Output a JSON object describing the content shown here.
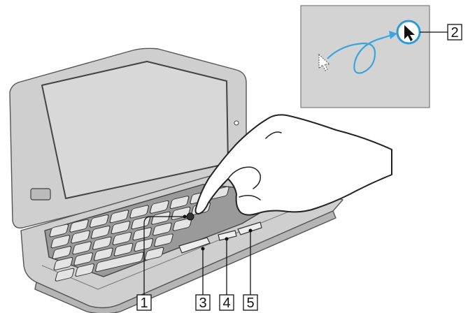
{
  "callouts": [
    {
      "id": "1",
      "text": "1"
    },
    {
      "id": "2",
      "text": "2"
    },
    {
      "id": "3",
      "text": "3"
    },
    {
      "id": "4",
      "text": "4"
    },
    {
      "id": "5",
      "text": "5"
    }
  ],
  "colors": {
    "laptop_body": "#cfcfcf",
    "laptop_edge": "#555555",
    "screen": "#d6d6d6",
    "inset_bg": "#d3d3d3",
    "cursor_path": "#3aa6dd",
    "highlight_ring": "#2a9bd6",
    "hand_fill": "#ffffff",
    "outline": "#222222"
  },
  "icons": [
    "pointer-arrow-icon",
    "ghost-pointer-icon"
  ]
}
